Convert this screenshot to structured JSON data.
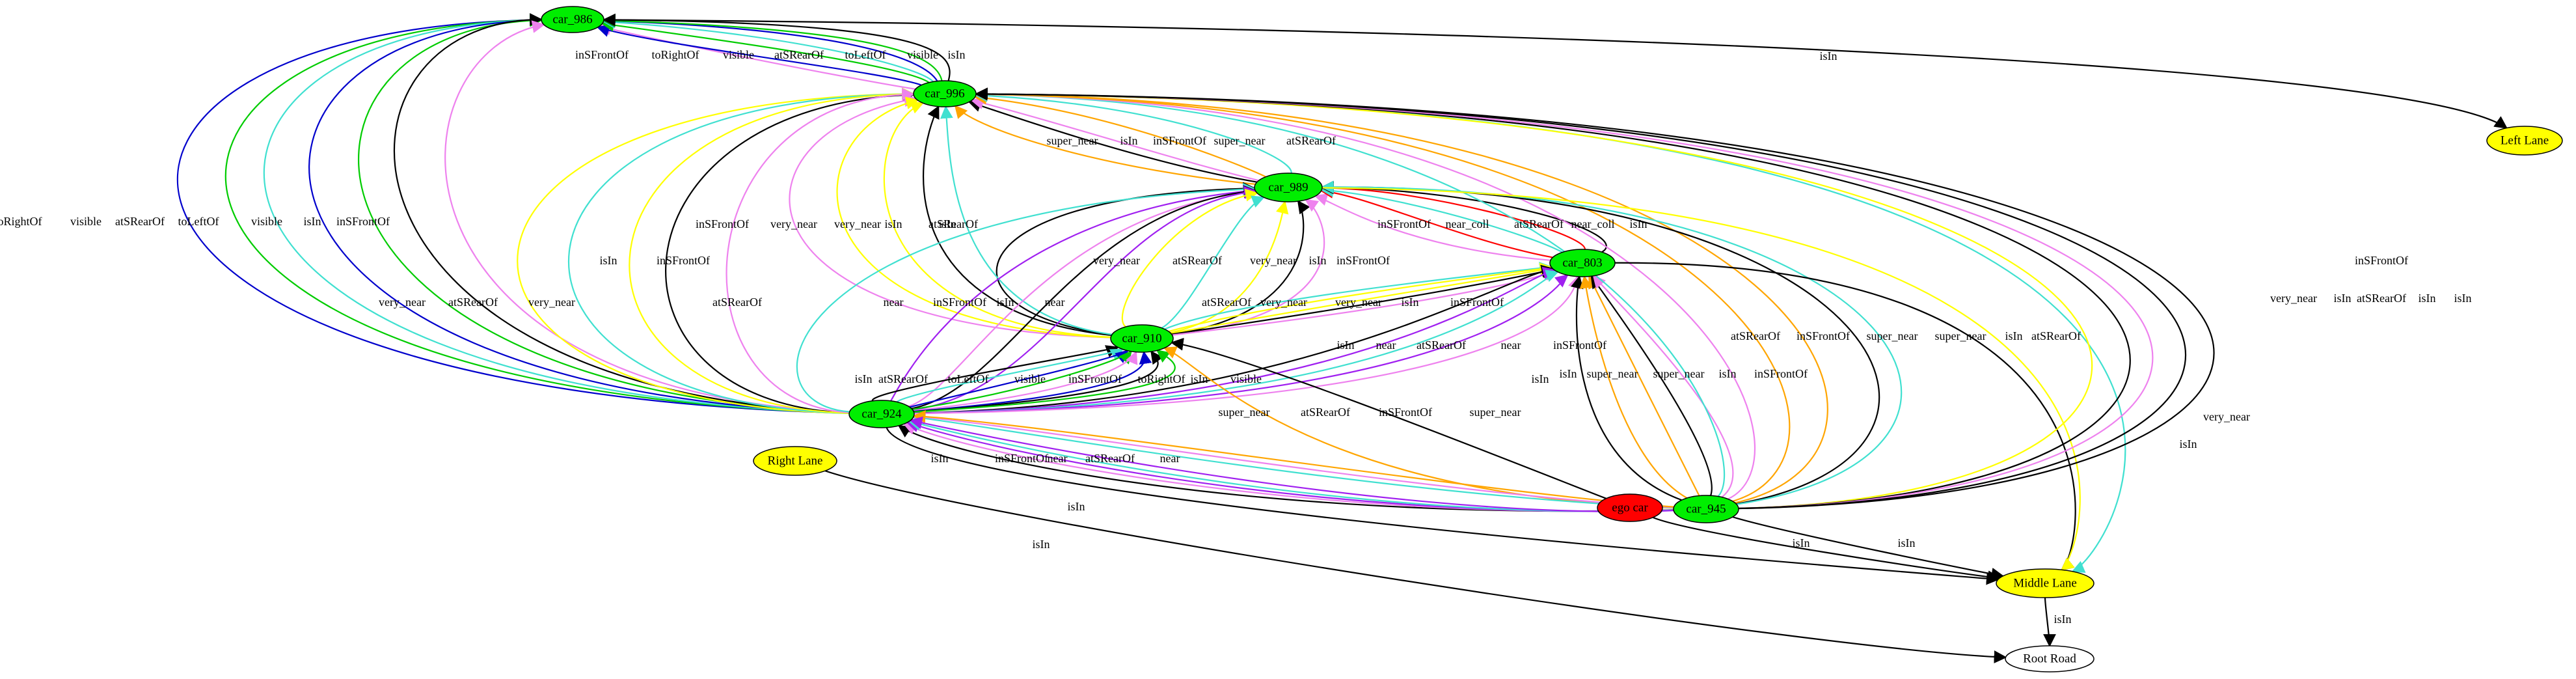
{
  "colors": {
    "car_node": "#00ee00",
    "ego_node": "#ff0000",
    "lane_node": "#ffff00",
    "road_node": "#ffffff",
    "isIn": "#000000",
    "visible": "#00cc00",
    "atSRearOf": "#40e0d0",
    "inSFrontOf": "#ee82ee",
    "toLeftOf": "#0000cc",
    "toRightOf": "#0000cc",
    "near": "#a020f0",
    "very_near": "#ffff00",
    "super_near": "#ffa500",
    "near_coll": "#ff0000"
  },
  "nodes": [
    {
      "id": "car_986",
      "label": "car_986",
      "kind": "car"
    },
    {
      "id": "car_996",
      "label": "car_996",
      "kind": "car"
    },
    {
      "id": "car_989",
      "label": "car_989",
      "kind": "car"
    },
    {
      "id": "car_803",
      "label": "car_803",
      "kind": "car"
    },
    {
      "id": "car_910",
      "label": "car_910",
      "kind": "car"
    },
    {
      "id": "car_924",
      "label": "car_924",
      "kind": "car"
    },
    {
      "id": "car_945",
      "label": "car_945",
      "kind": "car"
    },
    {
      "id": "ego_car",
      "label": "ego car",
      "kind": "ego"
    },
    {
      "id": "left_lane",
      "label": "Left Lane",
      "kind": "lane"
    },
    {
      "id": "right_lane",
      "label": "Right Lane",
      "kind": "lane"
    },
    {
      "id": "middle_lane",
      "label": "Middle Lane",
      "kind": "lane"
    },
    {
      "id": "root_road",
      "label": "Root Road",
      "kind": "road"
    }
  ],
  "edges": [
    {
      "label": "isIn",
      "relation": "isIn"
    },
    {
      "label": "inSFrontOf",
      "relation": "inSFrontOf"
    },
    {
      "label": "toRightOf",
      "relation": "toRightOf"
    },
    {
      "label": "visible",
      "relation": "visible"
    },
    {
      "label": "atSRearOf",
      "relation": "atSRearOf"
    },
    {
      "label": "toLeftOf",
      "relation": "toLeftOf"
    },
    {
      "label": "visible",
      "relation": "visible"
    },
    {
      "label": "isIn",
      "relation": "isIn"
    },
    {
      "label": "toRightOf",
      "relation": "toRightOf"
    },
    {
      "label": "visible",
      "relation": "visible"
    },
    {
      "label": "atSRearOf",
      "relation": "atSRearOf"
    },
    {
      "label": "toLeftOf",
      "relation": "toLeftOf"
    },
    {
      "label": "visible",
      "relation": "visible"
    },
    {
      "label": "isIn",
      "relation": "isIn"
    },
    {
      "label": "inSFrontOf",
      "relation": "inSFrontOf"
    },
    {
      "label": "isIn",
      "relation": "isIn"
    },
    {
      "label": "super_near",
      "relation": "super_near"
    },
    {
      "label": "isIn",
      "relation": "isIn"
    },
    {
      "label": "inSFrontOf",
      "relation": "inSFrontOf"
    },
    {
      "label": "super_near",
      "relation": "super_near"
    },
    {
      "label": "atSRearOf",
      "relation": "atSRearOf"
    },
    {
      "label": "very_near",
      "relation": "very_near"
    },
    {
      "label": "atSRearOf",
      "relation": "atSRearOf"
    },
    {
      "label": "very_near",
      "relation": "very_near"
    },
    {
      "label": "isIn",
      "relation": "isIn"
    },
    {
      "label": "inSFrontOf",
      "relation": "inSFrontOf"
    },
    {
      "label": "inSFrontOf",
      "relation": "inSFrontOf"
    },
    {
      "label": "very_near",
      "relation": "very_near"
    },
    {
      "label": "very_near",
      "relation": "very_near"
    },
    {
      "label": "isIn",
      "relation": "isIn"
    },
    {
      "label": "atSRearOf",
      "relation": "atSRearOf"
    },
    {
      "label": "atSRearOf",
      "relation": "atSRearOf"
    },
    {
      "label": "near",
      "relation": "near"
    },
    {
      "label": "inSFrontOf",
      "relation": "inSFrontOf"
    },
    {
      "label": "isIn",
      "relation": "isIn"
    },
    {
      "label": "near",
      "relation": "near"
    },
    {
      "label": "very_near",
      "relation": "very_near"
    },
    {
      "label": "atSRearOf",
      "relation": "atSRearOf"
    },
    {
      "label": "very_near",
      "relation": "very_near"
    },
    {
      "label": "isIn",
      "relation": "isIn"
    },
    {
      "label": "inSFrontOf",
      "relation": "inSFrontOf"
    },
    {
      "label": "inSFrontOf",
      "relation": "inSFrontOf"
    },
    {
      "label": "near_coll",
      "relation": "near_coll"
    },
    {
      "label": "atSRearOf",
      "relation": "atSRearOf"
    },
    {
      "label": "near_coll",
      "relation": "near_coll"
    },
    {
      "label": "isIn",
      "relation": "isIn"
    },
    {
      "label": "atSRearOf",
      "relation": "atSRearOf"
    },
    {
      "label": "very_near",
      "relation": "very_near"
    },
    {
      "label": "very_near",
      "relation": "very_near"
    },
    {
      "label": "isIn",
      "relation": "isIn"
    },
    {
      "label": "inSFrontOf",
      "relation": "inSFrontOf"
    },
    {
      "label": "isIn",
      "relation": "isIn"
    },
    {
      "label": "near",
      "relation": "near"
    },
    {
      "label": "atSRearOf",
      "relation": "atSRearOf"
    },
    {
      "label": "near",
      "relation": "near"
    },
    {
      "label": "inSFrontOf",
      "relation": "inSFrontOf"
    },
    {
      "label": "isIn",
      "relation": "isIn"
    },
    {
      "label": "atSRearOf",
      "relation": "atSRearOf"
    },
    {
      "label": "toLeftOf",
      "relation": "toLeftOf"
    },
    {
      "label": "visible",
      "relation": "visible"
    },
    {
      "label": "inSFrontOf",
      "relation": "inSFrontOf"
    },
    {
      "label": "toRightOf",
      "relation": "toRightOf"
    },
    {
      "label": "isIn",
      "relation": "isIn"
    },
    {
      "label": "visible",
      "relation": "visible"
    },
    {
      "label": "isIn",
      "relation": "isIn"
    },
    {
      "label": "super_near",
      "relation": "super_near"
    },
    {
      "label": "atSRearOf",
      "relation": "atSRearOf"
    },
    {
      "label": "inSFrontOf",
      "relation": "inSFrontOf"
    },
    {
      "label": "super_near",
      "relation": "super_near"
    },
    {
      "label": "isIn",
      "relation": "isIn"
    },
    {
      "label": "super_near",
      "relation": "super_near"
    },
    {
      "label": "super_near",
      "relation": "super_near"
    },
    {
      "label": "isIn",
      "relation": "isIn"
    },
    {
      "label": "inSFrontOf",
      "relation": "inSFrontOf"
    },
    {
      "label": "atSRearOf",
      "relation": "atSRearOf"
    },
    {
      "label": "inSFrontOf",
      "relation": "inSFrontOf"
    },
    {
      "label": "super_near",
      "relation": "super_near"
    },
    {
      "label": "super_near",
      "relation": "super_near"
    },
    {
      "label": "isIn",
      "relation": "isIn"
    },
    {
      "label": "atSRearOf",
      "relation": "atSRearOf"
    },
    {
      "label": "isIn",
      "relation": "isIn"
    },
    {
      "label": "inSFrontOf",
      "relation": "inSFrontOf"
    },
    {
      "label": "near",
      "relation": "near"
    },
    {
      "label": "atSRearOf",
      "relation": "atSRearOf"
    },
    {
      "label": "near",
      "relation": "near"
    },
    {
      "label": "isIn",
      "relation": "isIn"
    },
    {
      "label": "isIn",
      "relation": "isIn"
    },
    {
      "label": "isIn",
      "relation": "isIn"
    },
    {
      "label": "isIn",
      "relation": "isIn"
    },
    {
      "label": "isIn",
      "relation": "isIn"
    },
    {
      "label": "very_near",
      "relation": "very_near"
    },
    {
      "label": "atSRearOf",
      "relation": "atSRearOf"
    },
    {
      "label": "very_near",
      "relation": "very_near"
    },
    {
      "label": "isIn",
      "relation": "isIn"
    },
    {
      "label": "inSFrontOf",
      "relation": "inSFrontOf"
    },
    {
      "label": "isIn",
      "relation": "isIn"
    },
    {
      "label": "isIn",
      "relation": "isIn"
    },
    {
      "label": "isIn",
      "relation": "isIn"
    }
  ]
}
